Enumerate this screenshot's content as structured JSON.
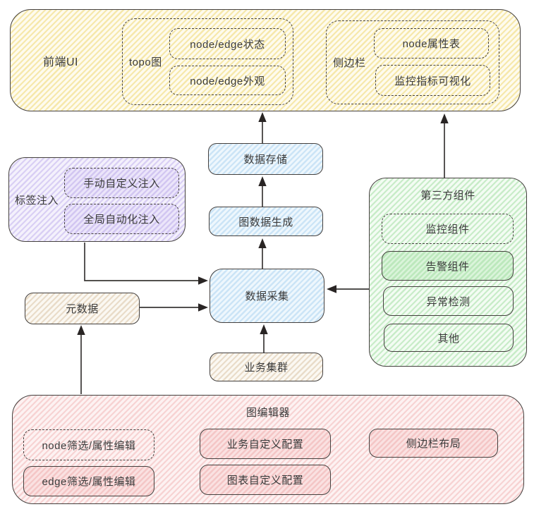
{
  "diagram": {
    "frontend_ui": {
      "label": "前端UI",
      "topo_group": {
        "label": "topo图",
        "items": [
          {
            "label": "node/edge状态"
          },
          {
            "label": "node/edge外观"
          }
        ]
      },
      "sidebar_group": {
        "label": "侧边栏",
        "items": [
          {
            "label": "node属性表"
          },
          {
            "label": "监控指标可视化"
          }
        ]
      }
    },
    "label_injection": {
      "label": "标签注入",
      "items": [
        {
          "label": "手动自定义注入"
        },
        {
          "label": "全局自动化注入"
        }
      ]
    },
    "metadata": {
      "label": "元数据"
    },
    "data_storage": {
      "label": "数据存储"
    },
    "graph_data_generation": {
      "label": "图数据生成"
    },
    "data_collection": {
      "label": "数据采集"
    },
    "business_cluster": {
      "label": "业务集群"
    },
    "third_party": {
      "label": "第三方组件",
      "items": [
        {
          "label": "监控组件"
        },
        {
          "label": "告警组件"
        },
        {
          "label": "异常检测"
        },
        {
          "label": "其他"
        }
      ]
    },
    "graph_editor": {
      "label": "图编辑器",
      "items": [
        {
          "label": "node筛选/属性编辑"
        },
        {
          "label": "edge筛选/属性编辑"
        },
        {
          "label": "业务自定义配置"
        },
        {
          "label": "图表自定义配置"
        },
        {
          "label": "侧边栏布局"
        }
      ]
    }
  },
  "colors": {
    "yellow": "#f6e8ab",
    "blue": "#cbe4f6",
    "purple": "#d9cff4",
    "tan": "#e9dcc9",
    "green": "#c8ecc8",
    "green_dark": "#bce8bc",
    "pink": "#f7d3d3",
    "pink_dark": "#f4c6c6",
    "stroke": "#44403e"
  }
}
